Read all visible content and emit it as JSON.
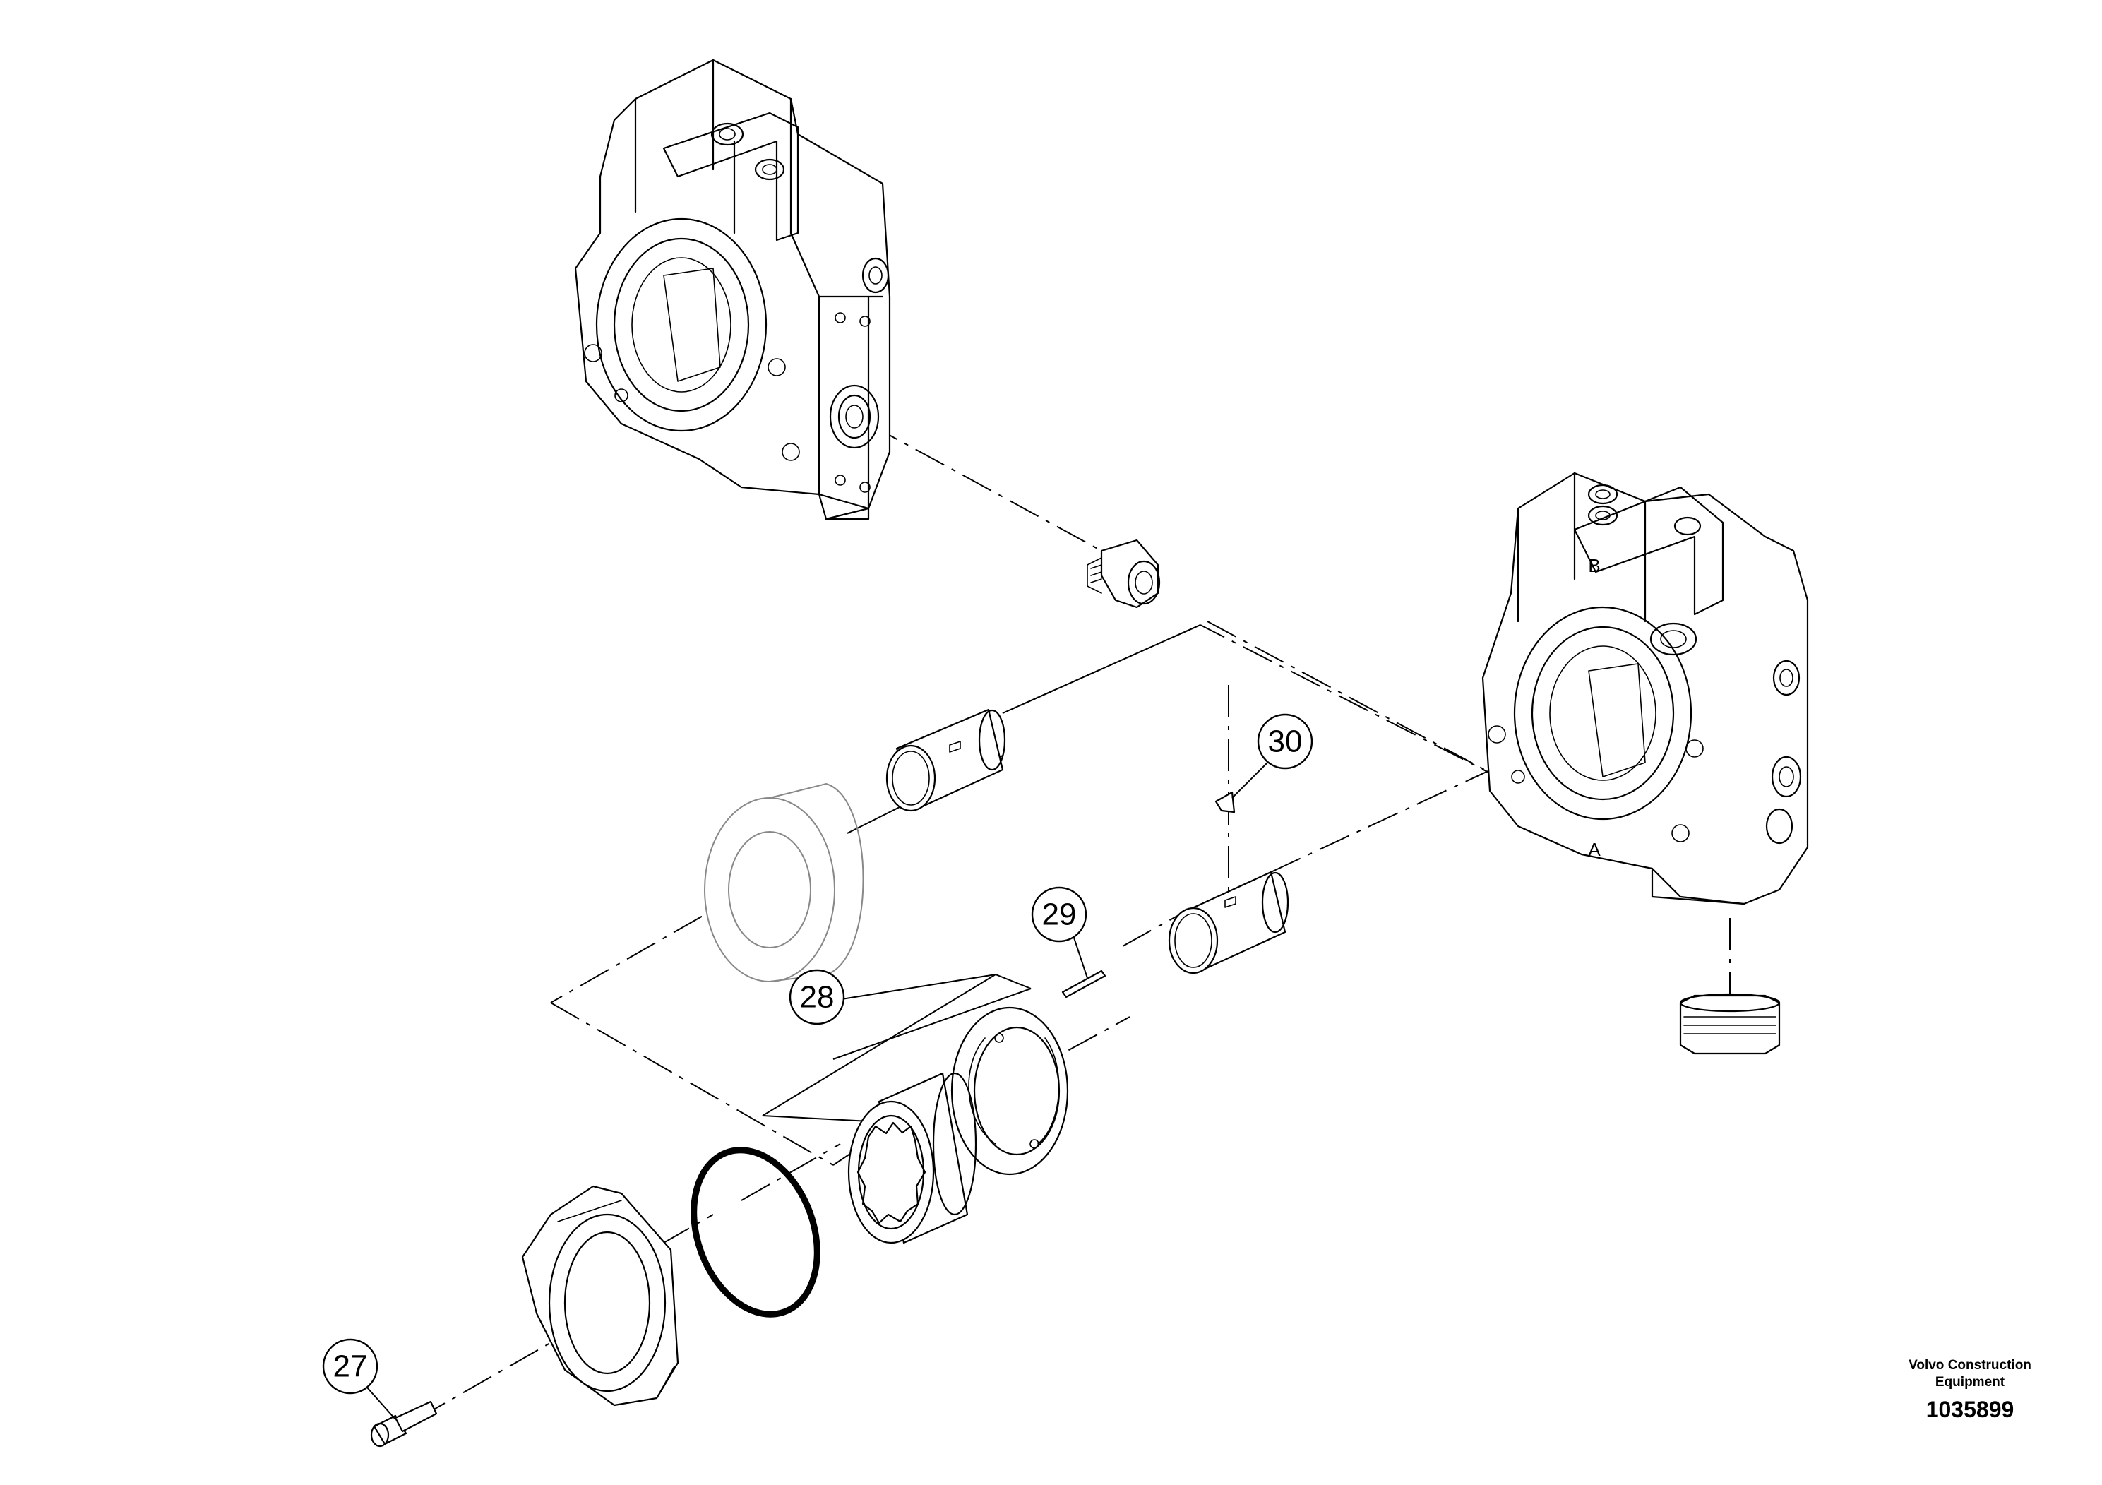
{
  "callouts": [
    {
      "id": "27",
      "label": "27"
    },
    {
      "id": "28",
      "label": "28"
    },
    {
      "id": "29",
      "label": "29"
    },
    {
      "id": "30",
      "label": "30"
    }
  ],
  "casting_marks": {
    "port_b": "B",
    "port_a": "A"
  },
  "footer": {
    "maker_line1": "Volvo Construction",
    "maker_line2": "Equipment",
    "drawing_number": "1035899"
  }
}
